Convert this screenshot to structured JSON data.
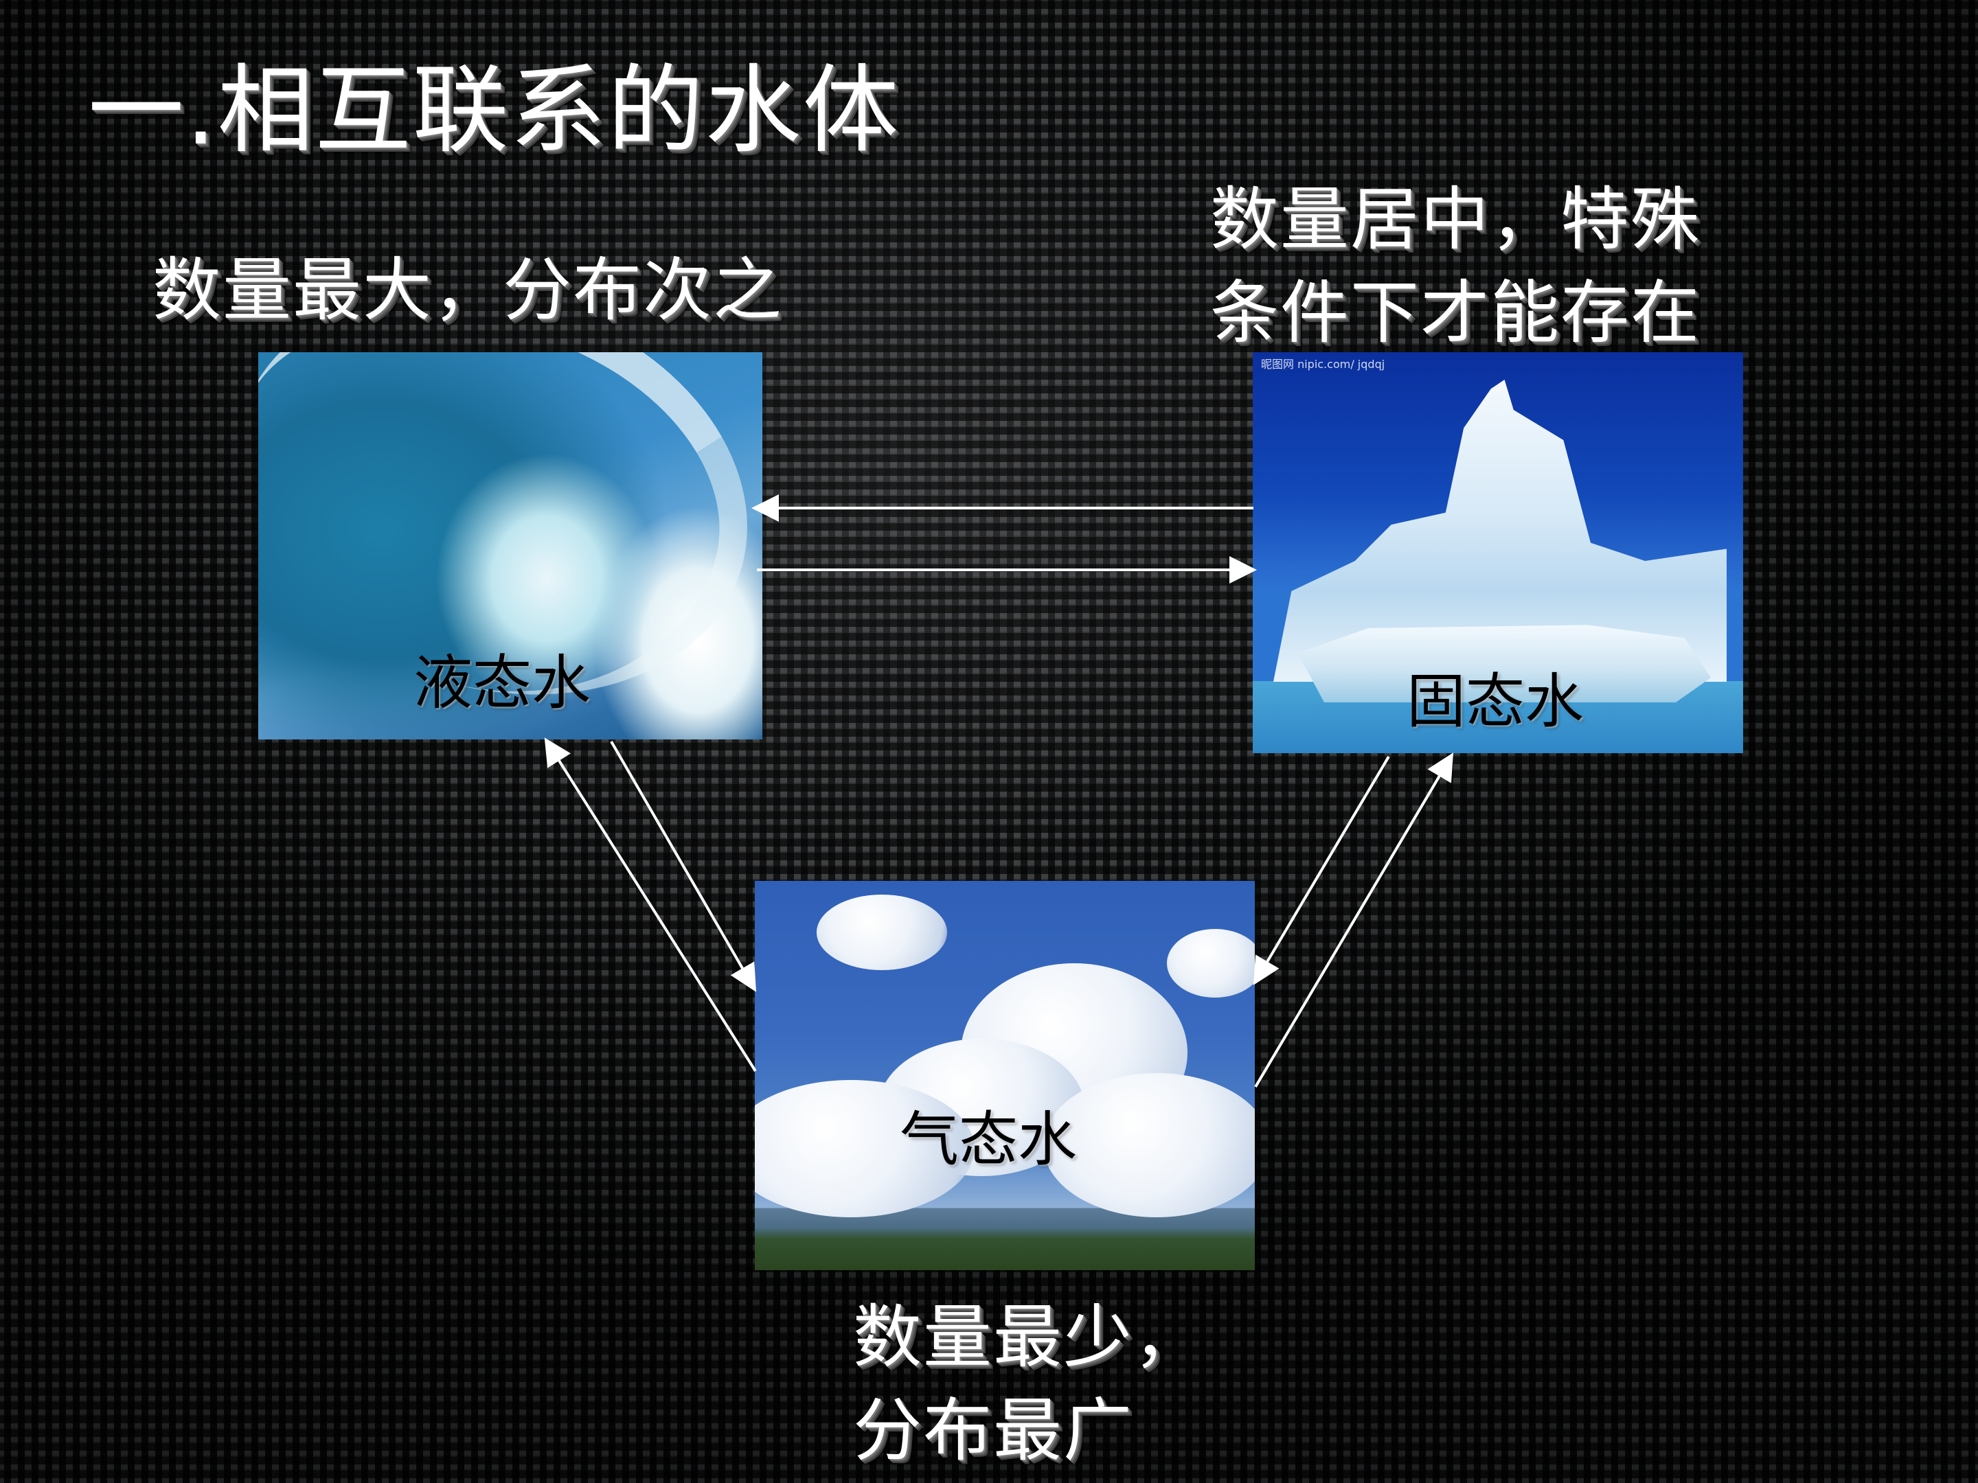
{
  "slide": {
    "title": "一.相互联系的水体",
    "captions": {
      "liquid": "数量最大，分布次之",
      "solid_line1": "数量居中，特殊",
      "solid_line2": "条件下才能存在",
      "gas_line1": "数量最少，",
      "gas_line2": "分布最广"
    },
    "images": {
      "liquid": {
        "label": "液态水",
        "subject": "ocean-wave-photo"
      },
      "solid": {
        "label": "固态水",
        "subject": "iceberg-photo",
        "watermark": "昵图网 nipic.com/ jqdqj"
      },
      "gas": {
        "label": "气态水",
        "subject": "cumulus-clouds-photo"
      }
    },
    "arrows": [
      {
        "from": "solid",
        "to": "liquid",
        "direction": "left"
      },
      {
        "from": "liquid",
        "to": "solid",
        "direction": "right"
      },
      {
        "from": "liquid",
        "to": "gas",
        "direction": "down-right"
      },
      {
        "from": "gas",
        "to": "liquid",
        "direction": "up-left"
      },
      {
        "from": "solid",
        "to": "gas",
        "direction": "down-left"
      },
      {
        "from": "gas",
        "to": "solid",
        "direction": "up-right"
      }
    ],
    "colors": {
      "background": "#2a2c2d",
      "text": "#ffffff",
      "label_text": "#000000",
      "arrow": "#ffffff"
    }
  }
}
